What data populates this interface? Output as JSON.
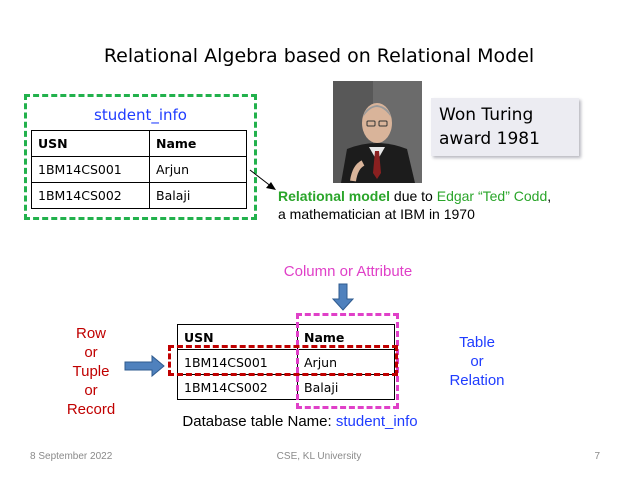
{
  "slide": {
    "title": "Relational Algebra based on Relational Model",
    "top_table": {
      "caption": "student_info",
      "headers": [
        "USN",
        "Name"
      ],
      "rows": [
        [
          "1BM14CS001",
          "Arjun"
        ],
        [
          "1BM14CS002",
          "Balaji"
        ]
      ]
    },
    "turing_note": {
      "line1": "Won Turing",
      "line2": "award 1981"
    },
    "codd_text": {
      "term": "Relational model",
      "due_to": " due to ",
      "person": "Edgar “Ted” Codd",
      "comma": ",",
      "line2": "a mathematician at IBM in 1970"
    },
    "diagram": {
      "column_label": "Column or Attribute",
      "row_label": [
        "Row",
        "or",
        "Tuple",
        "or",
        "Record"
      ],
      "table_label": [
        "Table",
        "or",
        "Relation"
      ],
      "table": {
        "headers": [
          "USN",
          "Name"
        ],
        "rows": [
          [
            "1BM14CS001",
            "Arjun"
          ],
          [
            "1BM14CS002",
            "Balaji"
          ]
        ]
      },
      "db_name_prefix": "Database table Name: ",
      "db_name_value": "student_info"
    },
    "footer": {
      "date": "8 September 2022",
      "center": "CSE, KL University",
      "page": "7"
    },
    "colors": {
      "green": "#22b14c",
      "blue": "#1f3cff",
      "pink": "#e040c8",
      "red": "#c00000",
      "arrow_blue": "#4f81bd"
    }
  }
}
